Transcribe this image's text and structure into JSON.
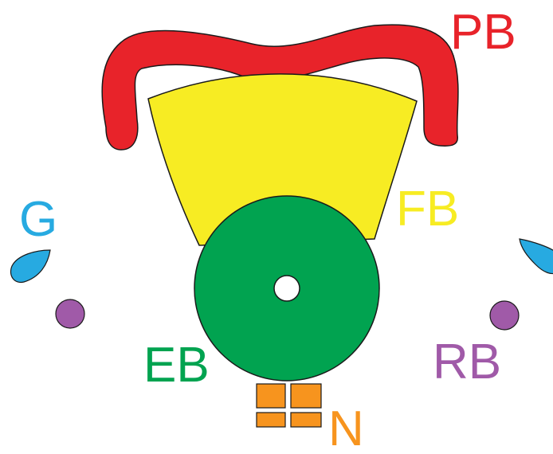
{
  "labels": {
    "pb": "PB",
    "fb": "FB",
    "eb": "EB",
    "n": "N",
    "g": "G",
    "rb": "RB"
  },
  "colors": {
    "pb": "#e8232a",
    "fb": "#f7ec23",
    "eb": "#01a350",
    "n": "#f7941e",
    "g": "#27aae1",
    "rb": "#a05aa8",
    "outline": "#1a1a1a"
  }
}
